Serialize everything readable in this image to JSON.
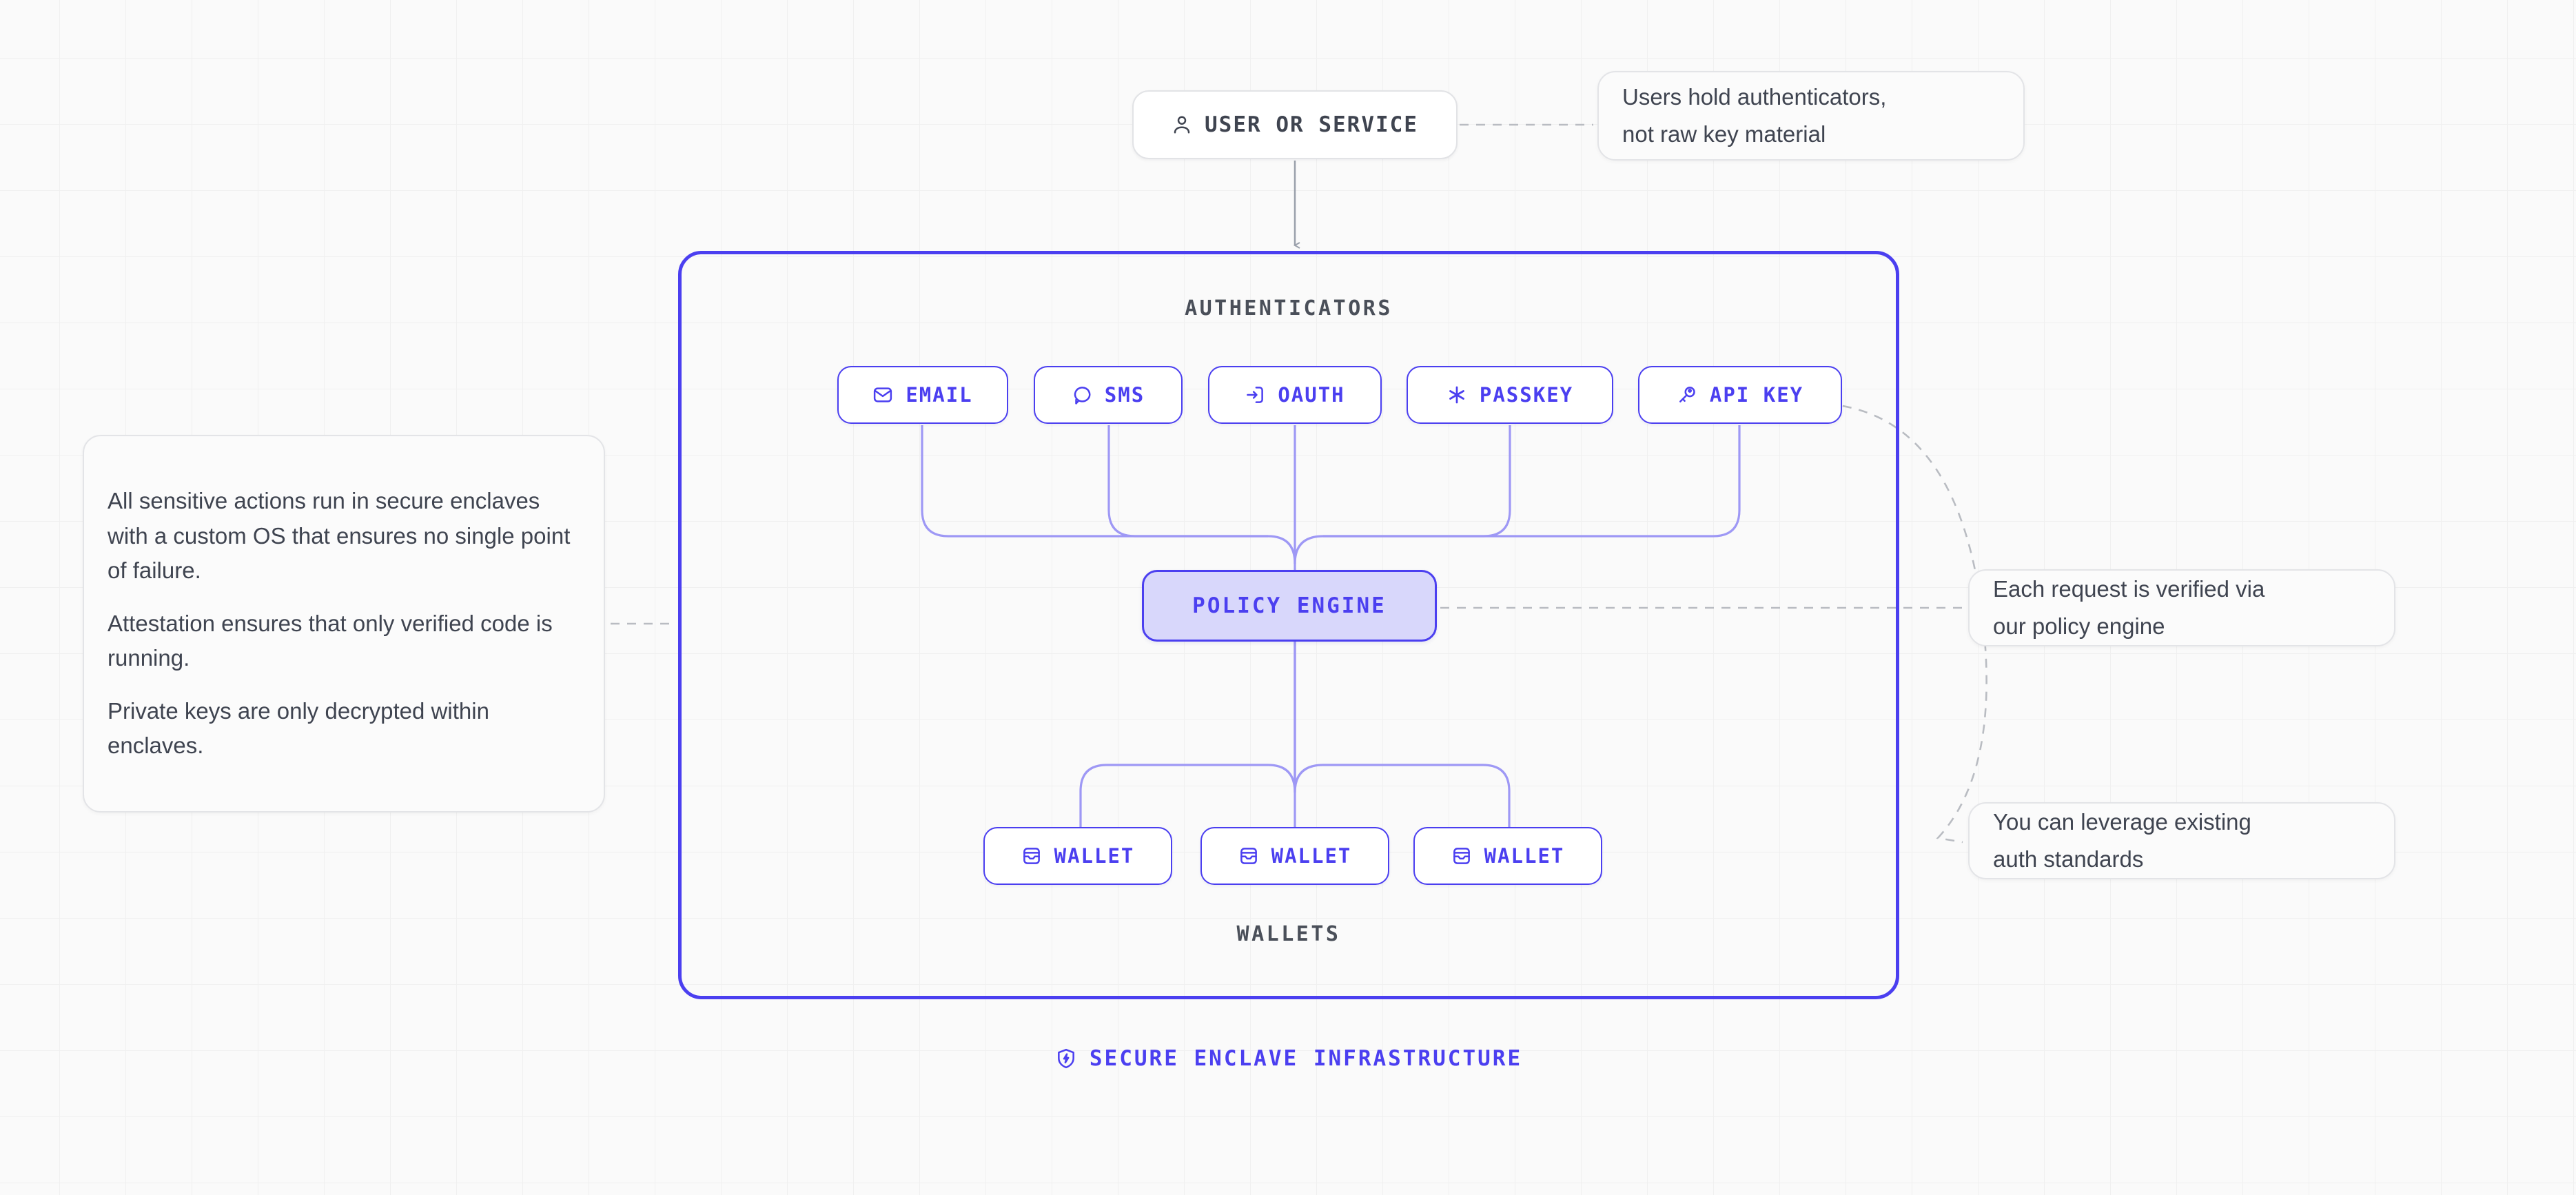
{
  "colors": {
    "accent": "#4b3ff0",
    "accent_soft": "#d8d7fb",
    "canvas": "#fafafa",
    "grid_line": "#f0f0f0",
    "text_dark": "#3f4450",
    "border_light": "#e3e4e7"
  },
  "user_node": {
    "label": "USER OR SERVICE",
    "icon": "user-icon"
  },
  "enclave": {
    "authenticators_title": "AUTHENTICATORS",
    "wallets_title": "WALLETS",
    "authenticators": [
      {
        "label": "EMAIL",
        "icon": "envelope-icon"
      },
      {
        "label": "SMS",
        "icon": "chat-bubble-icon"
      },
      {
        "label": "OAUTH",
        "icon": "login-arrow-icon"
      },
      {
        "label": "PASSKEY",
        "icon": "asterisk-icon"
      },
      {
        "label": "API KEY",
        "icon": "key-icon"
      }
    ],
    "policy_engine": {
      "label": "POLICY ENGINE"
    },
    "wallets": [
      {
        "label": "WALLET",
        "icon": "wallet-icon"
      },
      {
        "label": "WALLET",
        "icon": "wallet-icon"
      },
      {
        "label": "WALLET",
        "icon": "wallet-icon"
      }
    ]
  },
  "footer": {
    "label": "SECURE ENCLAVE INFRASTRUCTURE",
    "icon": "shield-bolt-icon"
  },
  "callouts": {
    "users": {
      "line1": "Users hold authenticators,",
      "line2": "not raw key material"
    },
    "enclave": {
      "p1": "All sensitive actions run in secure enclaves with a custom OS that ensures no single point of failure.",
      "p2": "Attestation ensures that only verified code is running.",
      "p3": "Private keys are only decrypted within enclaves."
    },
    "policy": {
      "line1": "Each request is verified via",
      "line2": "our policy engine"
    },
    "standards": {
      "line1": "You can leverage existing",
      "line2": "auth standards"
    }
  }
}
